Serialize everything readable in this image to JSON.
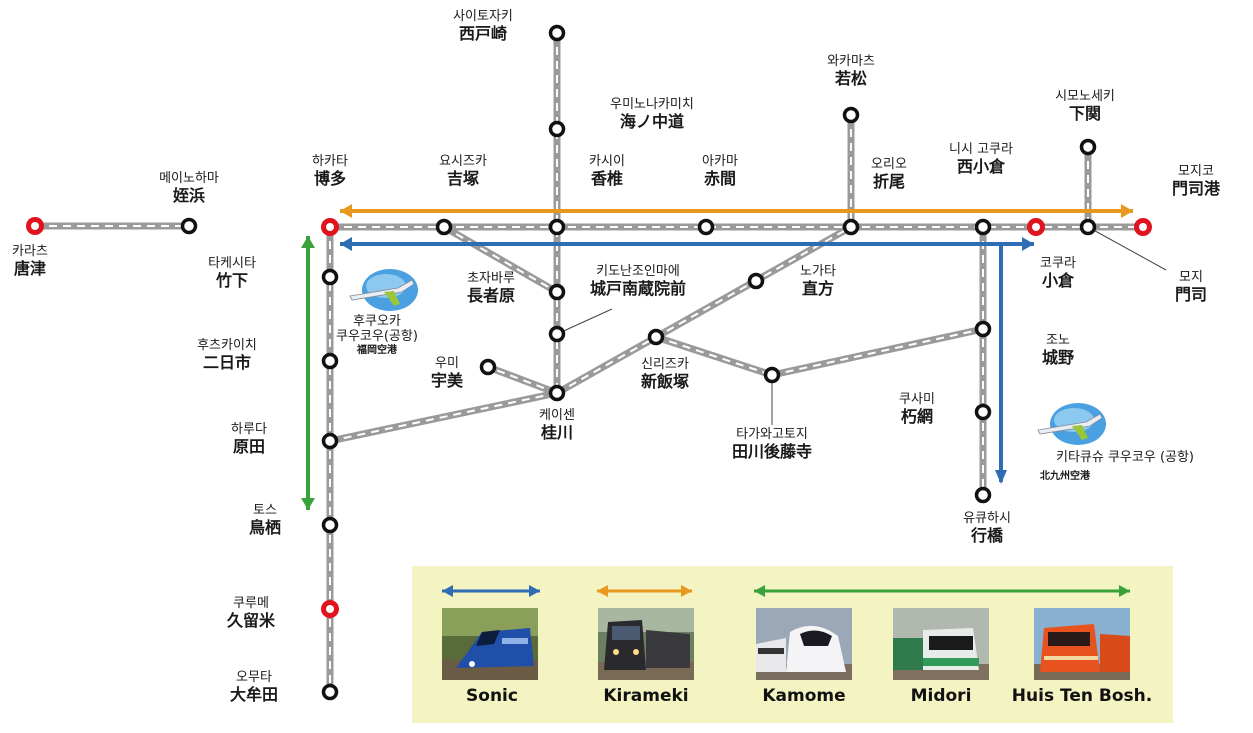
{
  "colors": {
    "sonic": "#2e6db4",
    "kirameki": "#e8971f",
    "kamome": "#3aa23a",
    "track": "#9a9a9a",
    "major_station": "#e0131f",
    "legend_bg": "#f4f3c2"
  },
  "stations": [
    {
      "id": "karatsu",
      "ko": "카라츠",
      "ja": "唐津",
      "major": true
    },
    {
      "id": "meinohama",
      "ko": "메이노하마",
      "ja": "姪浜",
      "major": false
    },
    {
      "id": "hakata",
      "ko": "하카타",
      "ja": "博多",
      "major": true
    },
    {
      "id": "yoshizuka",
      "ko": "요시즈카",
      "ja": "吉塚",
      "major": false
    },
    {
      "id": "kashii",
      "ko": "카시이",
      "ja": "香椎",
      "major": false
    },
    {
      "id": "akama",
      "ko": "아카마",
      "ja": "赤間",
      "major": false
    },
    {
      "id": "orio",
      "ko": "오리오",
      "ja": "折尾",
      "major": false
    },
    {
      "id": "nishikokura",
      "ko": "니시 고쿠라",
      "ja": "西小倉",
      "major": false
    },
    {
      "id": "kokura",
      "ko": "코쿠라",
      "ja": "小倉",
      "major": true
    },
    {
      "id": "moji",
      "ko": "모지",
      "ja": "門司",
      "major": false
    },
    {
      "id": "mojiko",
      "ko": "모지코",
      "ja": "門司港",
      "major": true
    },
    {
      "id": "saitozaki",
      "ko": "사이토자키",
      "ja": "西戸崎",
      "major": false
    },
    {
      "id": "uminonakamichi",
      "ko": "우미노나카미치",
      "ja": "海ノ中道",
      "major": false
    },
    {
      "id": "wakamatsu",
      "ko": "와카마츠",
      "ja": "若松",
      "major": false
    },
    {
      "id": "shimonoseki",
      "ko": "시모노세키",
      "ja": "下関",
      "major": false
    },
    {
      "id": "takeshita",
      "ko": "타케시타",
      "ja": "竹下",
      "major": false
    },
    {
      "id": "futsukaichi",
      "ko": "후츠카이치",
      "ja": "二日市",
      "major": false
    },
    {
      "id": "haruda",
      "ko": "하루다",
      "ja": "原田",
      "major": false
    },
    {
      "id": "tosu",
      "ko": "토스",
      "ja": "鳥栖",
      "major": false
    },
    {
      "id": "kurume",
      "ko": "쿠루메",
      "ja": "久留米",
      "major": true
    },
    {
      "id": "omuta",
      "ko": "오무타",
      "ja": "大牟田",
      "major": false
    },
    {
      "id": "chojabaru",
      "ko": "초자바루",
      "ja": "長者原",
      "major": false
    },
    {
      "id": "kidonanzoin",
      "ko": "키도난조인마에",
      "ja": "城戸南蔵院前",
      "major": false
    },
    {
      "id": "umi",
      "ko": "우미",
      "ja": "宇美",
      "major": false
    },
    {
      "id": "keisen",
      "ko": "케이센",
      "ja": "桂川",
      "major": false
    },
    {
      "id": "nogata",
      "ko": "노가타",
      "ja": "直方",
      "major": false
    },
    {
      "id": "shiniizuka",
      "ko": "신리즈카",
      "ja": "新飯塚",
      "major": false
    },
    {
      "id": "tagawagotoji",
      "ko": "타가와고토지",
      "ja": "田川後藤寺",
      "major": false
    },
    {
      "id": "jono",
      "ko": "조노",
      "ja": "城野",
      "major": false
    },
    {
      "id": "kusami",
      "ko": "쿠사미",
      "ja": "朽網",
      "major": false
    },
    {
      "id": "yukuhashi",
      "ko": "유큐하시",
      "ja": "行橋",
      "major": false
    }
  ],
  "airports": [
    {
      "id": "fukuoka",
      "ko1": "후쿠오카",
      "ko2": "쿠우코우(공항)",
      "ja": "福岡空港"
    },
    {
      "id": "kitakyushu",
      "ko": "키타큐슈 쿠우코우 (공항)",
      "ja": "北九州空港"
    }
  ],
  "legend": {
    "trains": [
      {
        "id": "sonic",
        "name": "Sonic"
      },
      {
        "id": "kirameki",
        "name": "Kirameki"
      },
      {
        "id": "kamome",
        "name": "Kamome"
      },
      {
        "id": "midori",
        "name": "Midori"
      },
      {
        "id": "huistenbosch",
        "name": "Huis Ten Bosh."
      }
    ]
  }
}
